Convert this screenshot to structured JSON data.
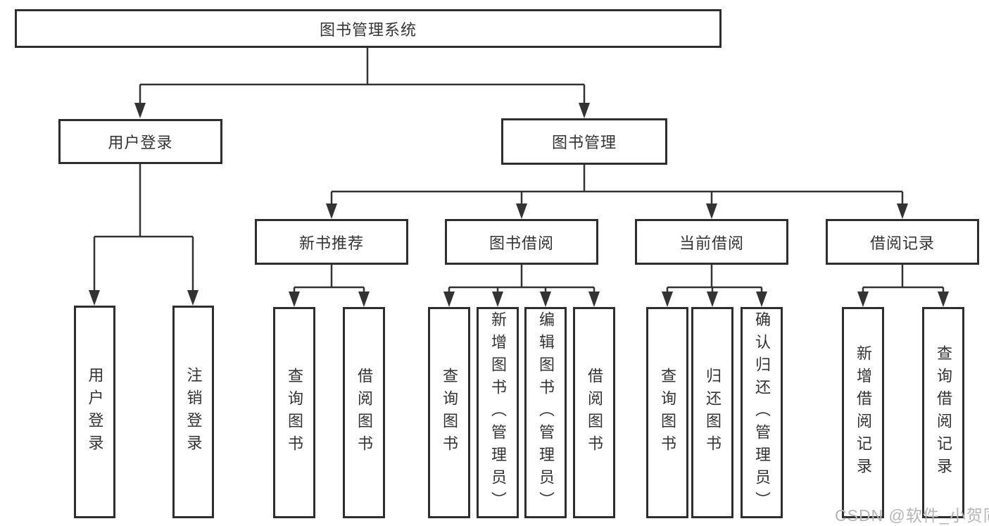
{
  "diagram": {
    "type": "hierarchy-tree",
    "root": {
      "label": "图书管理系统"
    },
    "user_login": {
      "label": "用户登录",
      "children": [
        {
          "label": "用户登录"
        },
        {
          "label": "注销登录"
        }
      ]
    },
    "book_management": {
      "label": "图书管理",
      "children": [
        {
          "label": "新书推荐",
          "children": [
            {
              "label": "查询图书"
            },
            {
              "label": "借阅图书"
            }
          ]
        },
        {
          "label": "图书借阅",
          "children": [
            {
              "label": "查询图书"
            },
            {
              "label": "新增图书（管理员）"
            },
            {
              "label": "编辑图书（管理员）"
            },
            {
              "label": "借阅图书"
            }
          ]
        },
        {
          "label": "当前借阅",
          "children": [
            {
              "label": "查询图书"
            },
            {
              "label": "归还图书"
            },
            {
              "label": "确认归还（管理员）"
            }
          ]
        },
        {
          "label": "借阅记录",
          "children": [
            {
              "label": "新增借阅记录"
            },
            {
              "label": "查询借阅记录"
            }
          ]
        }
      ]
    }
  },
  "watermark": {
    "text": "CSDN @软件_小贺同学"
  },
  "colors": {
    "line": "#333333",
    "border": "#2e2e2e",
    "text": "#333333",
    "watermark": "#b5b5b5",
    "background": "#ffffff"
  }
}
